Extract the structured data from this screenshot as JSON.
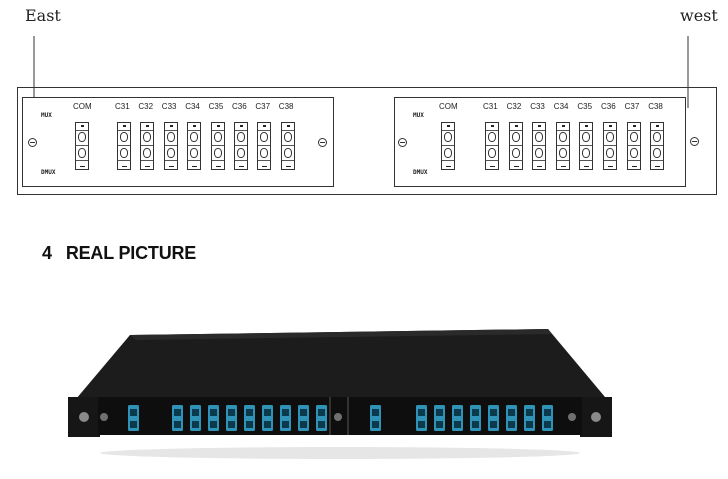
{
  "diagram": {
    "east_label": "East",
    "west_label": "west",
    "panels": [
      {
        "mux_label": "MUX",
        "dmux_label": "DMUX",
        "ports": [
          "COM",
          "C31",
          "C32",
          "C33",
          "C34",
          "C35",
          "C36",
          "C37",
          "C38"
        ]
      },
      {
        "mux_label": "MUX",
        "dmux_label": "DMUX",
        "ports": [
          "COM",
          "C31",
          "C32",
          "C33",
          "C34",
          "C35",
          "C36",
          "C37",
          "C38"
        ]
      }
    ]
  },
  "section": {
    "number": "4",
    "title": "REAL PICTURE"
  },
  "photo": {
    "description": "",
    "colors": {
      "chassis": "#1b1b1b",
      "front": "#0e0e0e",
      "adapter": "#2f93b8"
    }
  }
}
